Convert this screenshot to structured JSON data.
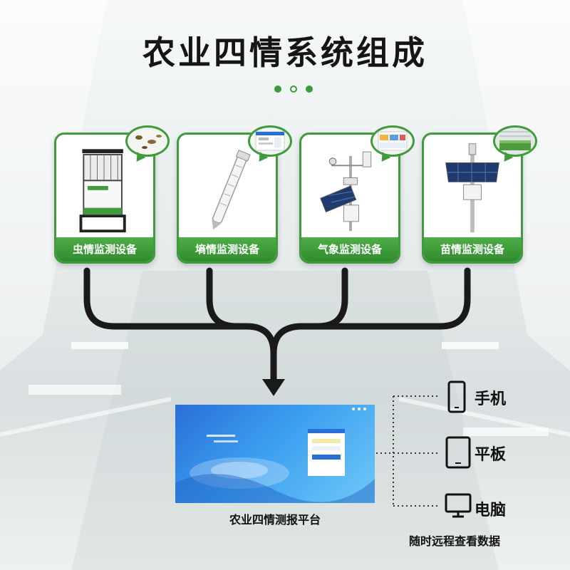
{
  "title": "农业四情系统组成",
  "colors": {
    "green": "#3f9b3c",
    "dark_green": "#2f8a2c",
    "connector": "#1a1a1a",
    "platform_blue": "#2a6fd6"
  },
  "devices": [
    {
      "label": "虫情监测设备",
      "icon": "insect-trap-icon"
    },
    {
      "label": "墒情监测设备",
      "icon": "soil-probe-icon"
    },
    {
      "label": "气象监测设备",
      "icon": "weather-station-icon"
    },
    {
      "label": "苗情监测设备",
      "icon": "camera-pole-icon"
    }
  ],
  "platform": {
    "label": "农业四情测报平台"
  },
  "access": {
    "items": [
      {
        "label": "手机",
        "icon": "phone-icon"
      },
      {
        "label": "平板",
        "icon": "tablet-icon"
      },
      {
        "label": "电脑",
        "icon": "monitor-icon"
      }
    ],
    "caption": "随时远程查看数据"
  }
}
